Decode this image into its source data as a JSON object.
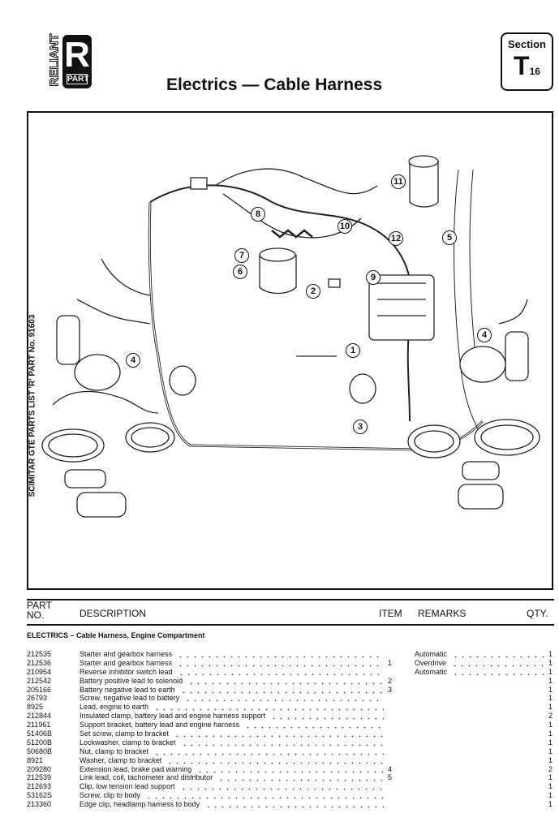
{
  "header": {
    "logo_brand": "RELIANT",
    "logo_letter": "R",
    "logo_part": "PART",
    "title": "Electrics — Cable Harness",
    "section_label": "Section",
    "section_letter": "T",
    "section_number": "16"
  },
  "side_text": "SCIMITAR GTE PARTS LIST 'R' PART No. 91603",
  "diagram": {
    "callouts": [
      "1",
      "2",
      "3",
      "4",
      "4",
      "5",
      "6",
      "7",
      "8",
      "9",
      "10",
      "11",
      "12"
    ]
  },
  "table": {
    "headers": {
      "part_no_1": "PART",
      "part_no_2": "NO.",
      "description": "DESCRIPTION",
      "item": "ITEM",
      "remarks": "REMARKS",
      "qty": "QTY."
    },
    "group_title": "ELECTRICS – Cable Harness, Engine Compartment",
    "rows": [
      {
        "part_no": "212535",
        "description": "Starter and gearbox harness",
        "item": "",
        "remarks": "Automatic",
        "qty": "1"
      },
      {
        "part_no": "212536",
        "description": "Starter and gearbox harness",
        "item": "1",
        "remarks": "Overdrive",
        "qty": "1"
      },
      {
        "part_no": "210954",
        "description": "Reverse inhibitor switch lead",
        "item": "",
        "remarks": "Automatic",
        "qty": "1"
      },
      {
        "part_no": "212542",
        "description": "Battery positive lead to solenoid",
        "item": "2",
        "remarks": "",
        "qty": "1"
      },
      {
        "part_no": "205166",
        "description": "Battery negative lead to earth",
        "item": "3",
        "remarks": "",
        "qty": "1"
      },
      {
        "part_no": "26793",
        "description": "Screw, negative lead to battery",
        "item": "",
        "remarks": "",
        "qty": "1"
      },
      {
        "part_no": "8925",
        "description": "Lead, engine to earth",
        "item": "",
        "remarks": "",
        "qty": "1"
      },
      {
        "part_no": "212844",
        "description": "Insulated clamp, battery lead and engine harness support",
        "item": "",
        "remarks": "",
        "qty": "2"
      },
      {
        "part_no": "211961",
        "description": "Support bracket, battery lead and engine harness",
        "item": "",
        "remarks": "",
        "qty": "1"
      },
      {
        "part_no": "51406B",
        "description": "Set screw, clamp to bracket",
        "item": "",
        "remarks": "",
        "qty": "1"
      },
      {
        "part_no": "51200B",
        "description": "Lockwasher, clamp to bracket",
        "item": "",
        "remarks": "",
        "qty": "1"
      },
      {
        "part_no": "50680B",
        "description": "Nut, clamp to bracket",
        "item": "",
        "remarks": "",
        "qty": "1"
      },
      {
        "part_no": "8921",
        "description": "Washer, clamp to bracket",
        "item": "",
        "remarks": "",
        "qty": "1"
      },
      {
        "part_no": "209280",
        "description": "Extension lead, brake pad warning",
        "item": "4",
        "remarks": "",
        "qty": "2"
      },
      {
        "part_no": "212539",
        "description": "Link lead, coil, tachometer and distributor",
        "item": "5",
        "remarks": "",
        "qty": "1"
      },
      {
        "part_no": "212693",
        "description": "Clip, low tension lead support",
        "item": "",
        "remarks": "",
        "qty": "1"
      },
      {
        "part_no": "53162S",
        "description": "Screw, clip to body",
        "item": "",
        "remarks": "",
        "qty": "1"
      },
      {
        "part_no": "213360",
        "description": "Edge clip, headlamp harness to body",
        "item": "",
        "remarks": "",
        "qty": "1"
      }
    ]
  }
}
